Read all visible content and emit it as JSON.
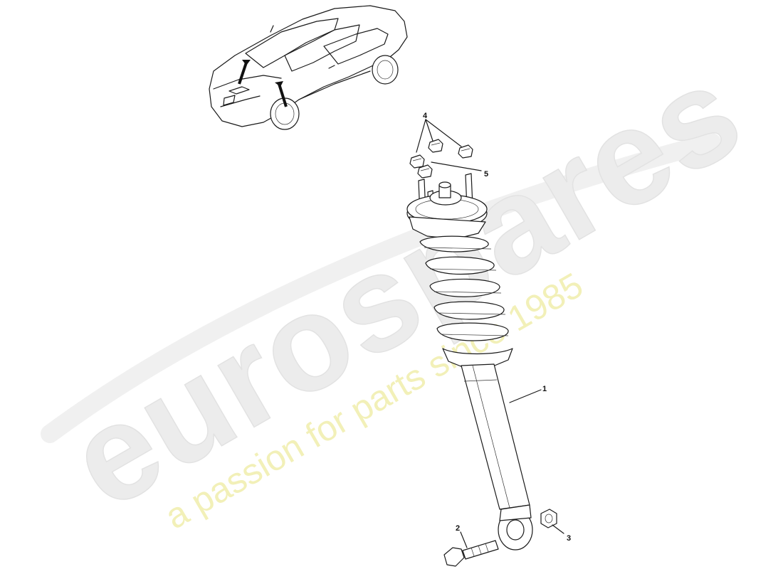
{
  "watermark": {
    "brand": "eurospares",
    "tagline": "a passion for parts since 1985"
  },
  "callouts": [
    "1",
    "2",
    "3",
    "4",
    "5"
  ],
  "colors": {
    "line": "#1a1a1a",
    "watermark_grey": "#ececec",
    "watermark_yellow": "#f2f0b8"
  }
}
